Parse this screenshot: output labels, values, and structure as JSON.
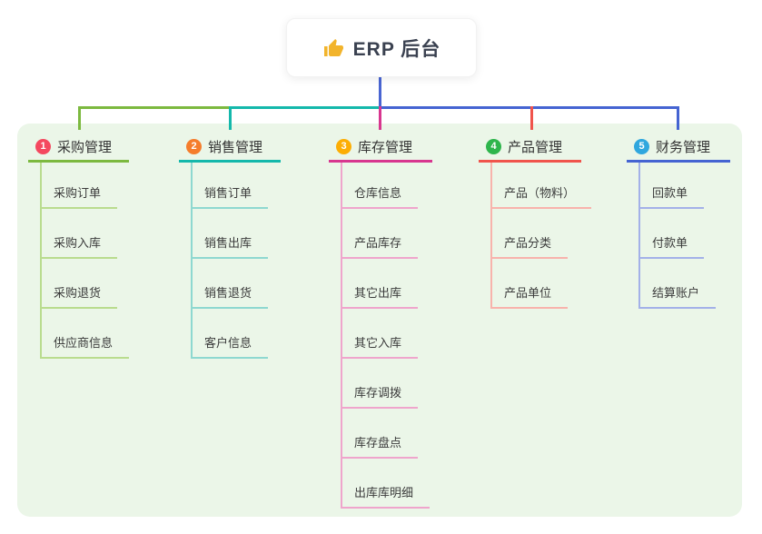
{
  "root": {
    "title": "ERP 后台",
    "icon": "thumbs-up-icon",
    "icon_color": "#f2b42c",
    "connector_color": "#4965d2"
  },
  "panel": {
    "background": "#ebf6e8"
  },
  "branches": [
    {
      "index": "1",
      "label": "采购管理",
      "badge_color": "#f4485f",
      "line_color": "#7cb93f",
      "child_line_color": "#b9dc8e",
      "children": [
        "采购订单",
        "采购入库",
        "采购退货",
        "供应商信息"
      ]
    },
    {
      "index": "2",
      "label": "销售管理",
      "badge_color": "#f57d2c",
      "line_color": "#14b8ab",
      "child_line_color": "#8ed8d0",
      "children": [
        "销售订单",
        "销售出库",
        "销售退货",
        "客户信息"
      ]
    },
    {
      "index": "3",
      "label": "库存管理",
      "badge_color": "#fcae04",
      "line_color": "#d8368f",
      "child_line_color": "#efa5cc",
      "children": [
        "仓库信息",
        "产品库存",
        "其它出库",
        "其它入库",
        "库存调拨",
        "库存盘点",
        "出库库明细"
      ]
    },
    {
      "index": "4",
      "label": "产品管理",
      "badge_color": "#2eb54c",
      "line_color": "#f0544c",
      "child_line_color": "#f8b3ac",
      "children": [
        "产品（物料）",
        "产品分类",
        "产品单位"
      ]
    },
    {
      "index": "5",
      "label": "财务管理",
      "badge_color": "#2fa7de",
      "line_color": "#4564d2",
      "child_line_color": "#a3b1e8",
      "children": [
        "回款单",
        "付款单",
        "结算账户"
      ]
    }
  ]
}
